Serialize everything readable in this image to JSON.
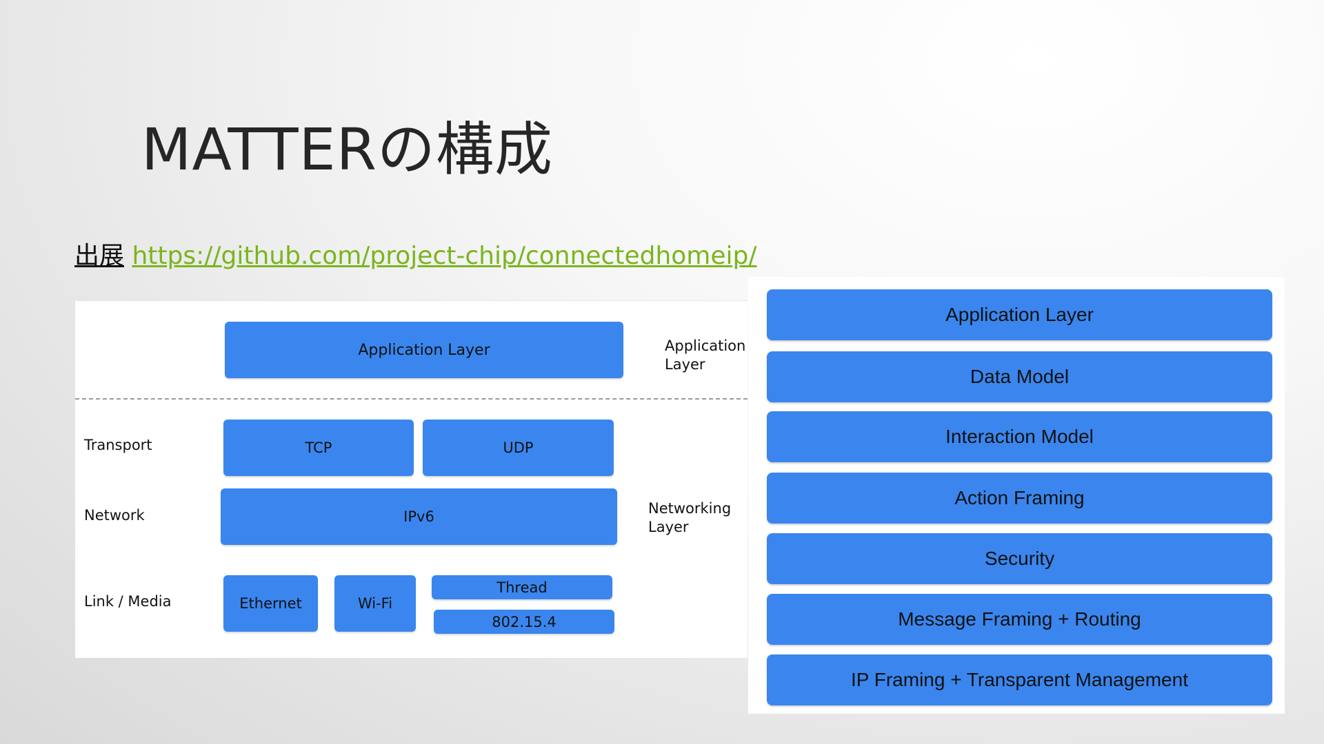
{
  "slide": {
    "title": "MATTERの構成",
    "source_label": "出展",
    "source_link": "https://github.com/project-chip/connectedhomeip/"
  },
  "left_diagram": {
    "application_layer_block": "Application Layer",
    "application_side_label": [
      "Application",
      "Layer"
    ],
    "transport_label": "Transport",
    "network_label": "Network",
    "link_media_label": "Link / Media",
    "tcp": "TCP",
    "udp": "UDP",
    "ipv6": "IPv6",
    "ethernet": "Ethernet",
    "wifi": "Wi-Fi",
    "thread": "Thread",
    "ieee": "802.15.4",
    "networking_side_label": [
      "Networking",
      "Layer"
    ]
  },
  "right_diagram": {
    "layers": [
      "Application Layer",
      "Data Model",
      "Interaction Model",
      "Action Framing",
      "Security",
      "Message Framing + Routing",
      "IP Framing + Transparent Management"
    ]
  },
  "colors": {
    "block_blue": "#3a86ee",
    "link_green": "#7ab51d",
    "title_text": "#262626"
  }
}
